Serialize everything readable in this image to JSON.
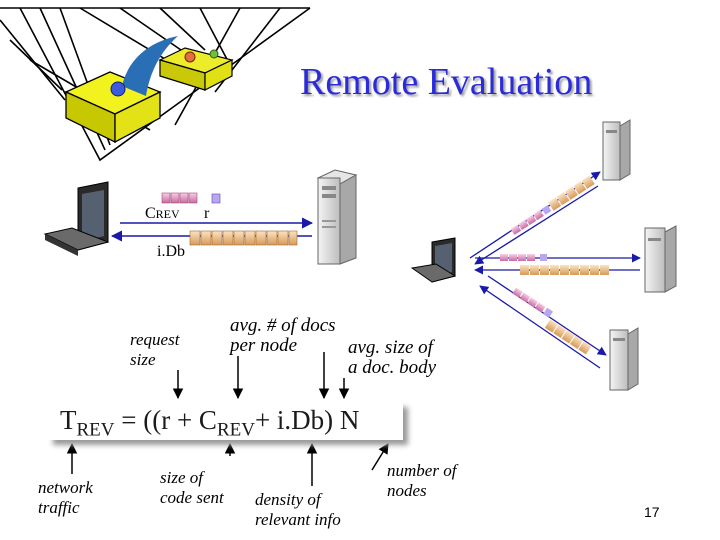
{
  "title": "Remote Evaluation",
  "messages": {
    "c_rev": {
      "base": "C",
      "sub": "REV"
    },
    "r": "r",
    "idb": "i.Db"
  },
  "labels": {
    "request_size": [
      "request",
      "size"
    ],
    "avg_docs": [
      "avg. # of docs",
      "per node"
    ],
    "avg_size": [
      "avg. size of",
      "a doc. body"
    ],
    "network_traffic": [
      "network",
      "traffic"
    ],
    "size_code": [
      "size of",
      "code sent"
    ],
    "density": [
      "density of",
      "relevant info"
    ],
    "number_nodes": [
      "number of",
      "nodes"
    ]
  },
  "formula": {
    "t": "T",
    "t_sub": "REV",
    "part1": " = ((r + C",
    "c_sub": "REV",
    "part2": "+ i.Db) N"
  },
  "page_number": "17",
  "colors": {
    "title": "#2b2bd8",
    "arrow": "#1a1aa8",
    "packet_pink": "#e6a0c8",
    "packet_peach": "#f3c89a",
    "box_yellow": "#f2f21e"
  }
}
